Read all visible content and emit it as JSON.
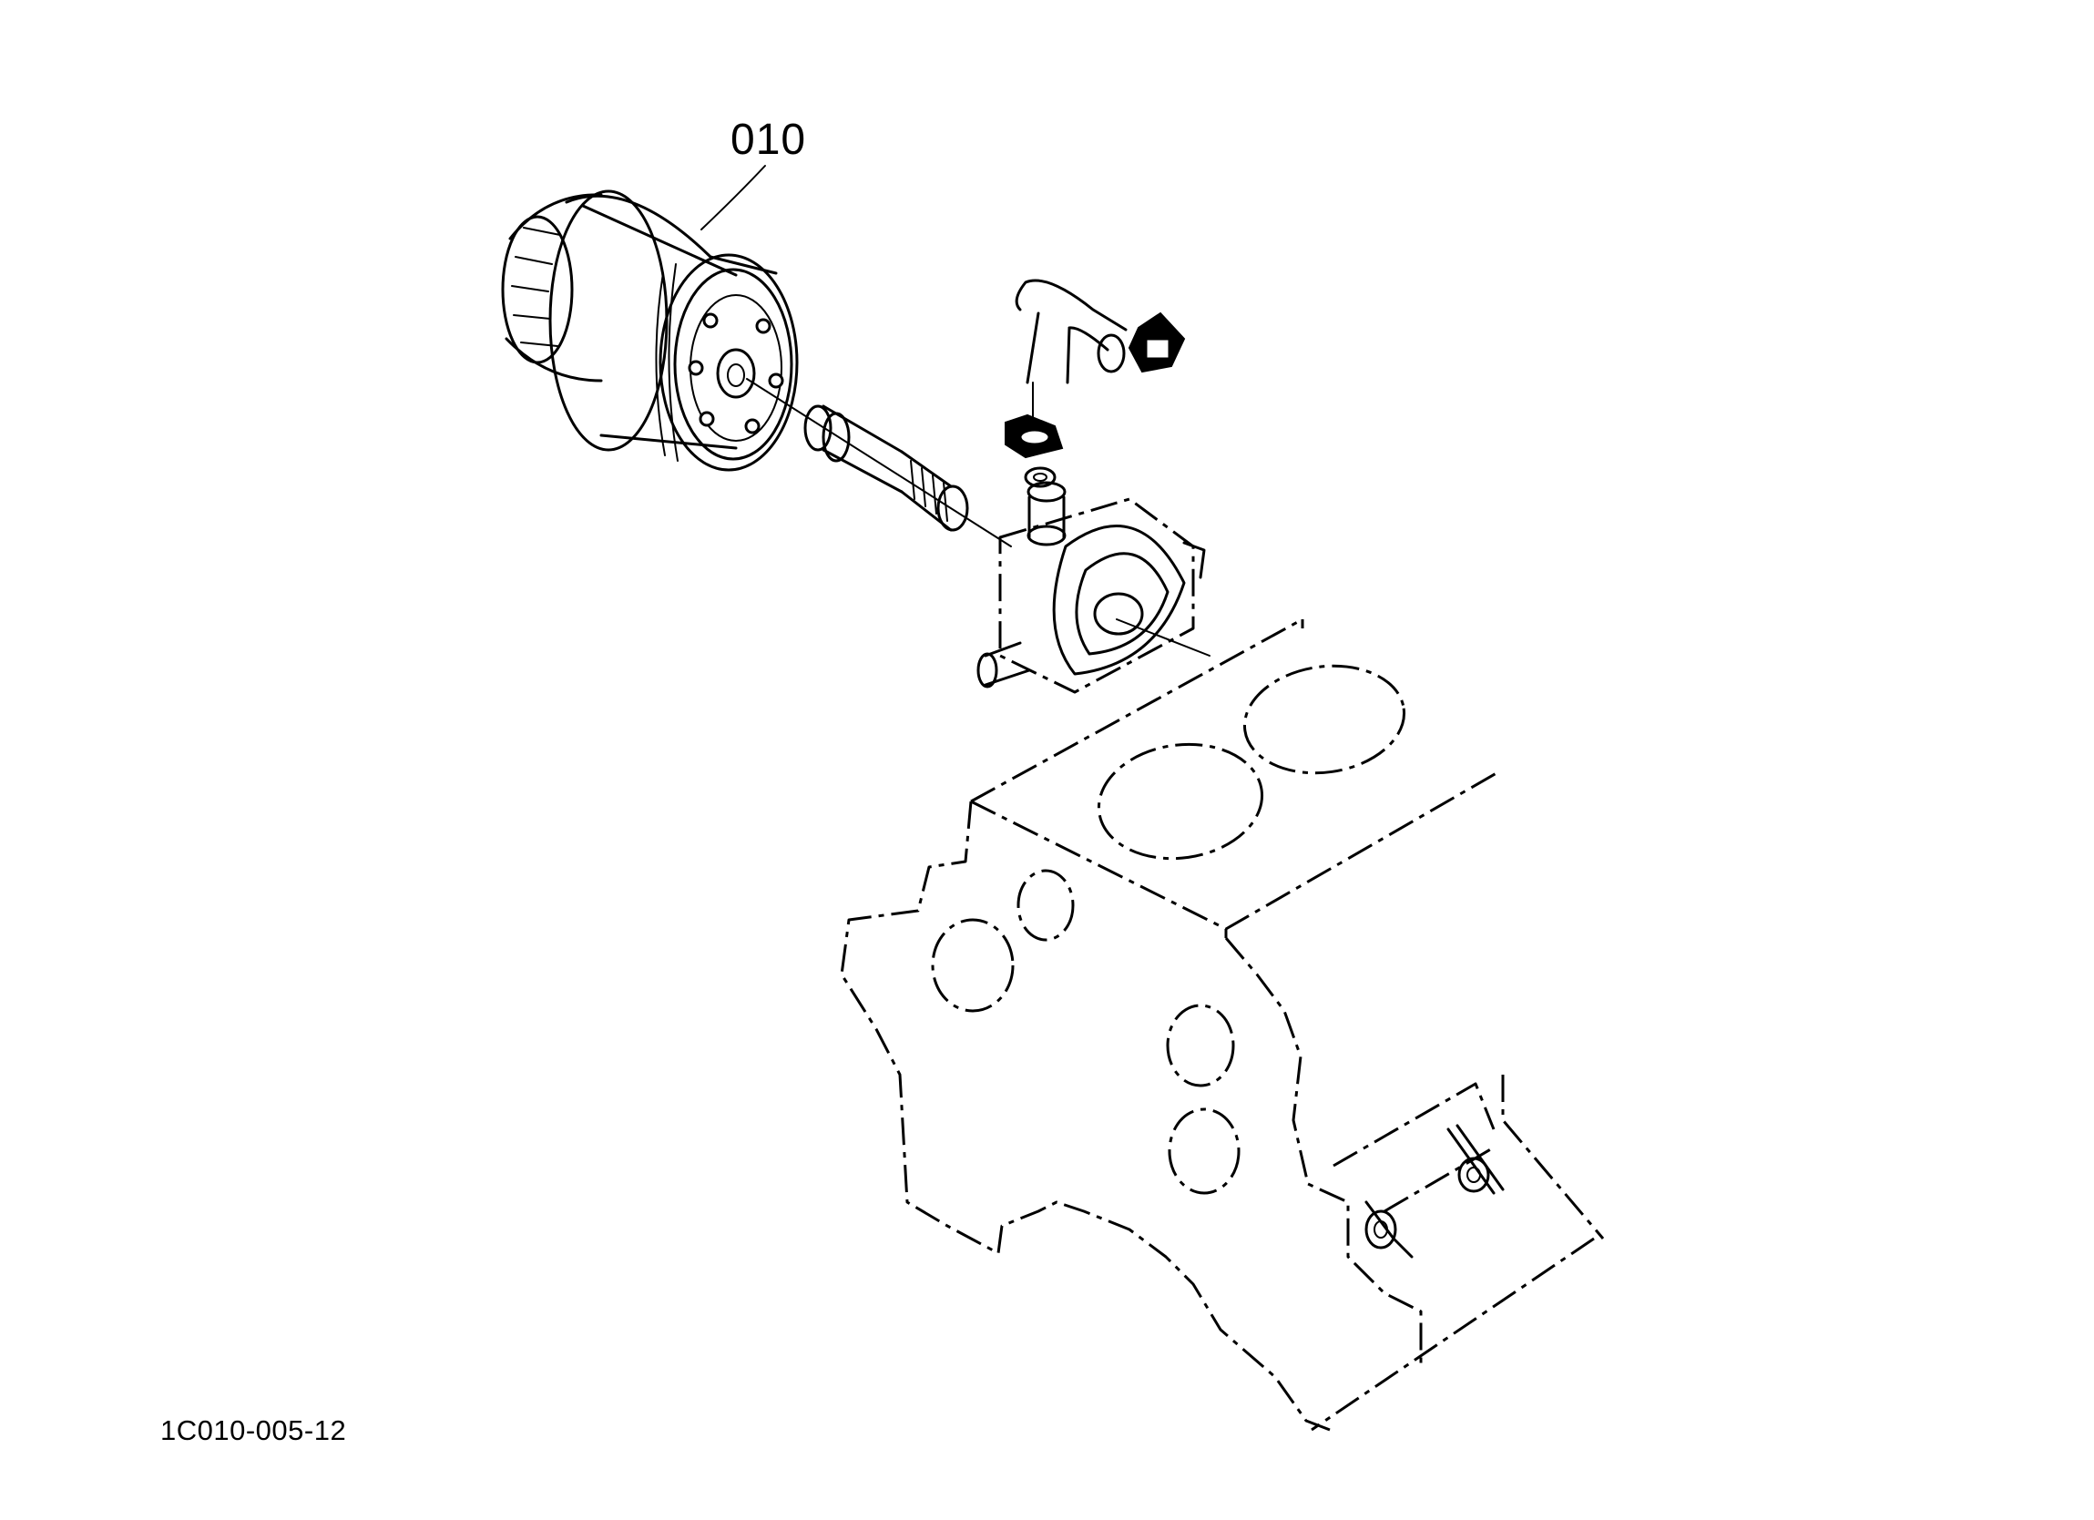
{
  "diagram": {
    "callouts": [
      {
        "label": "010",
        "part": "oil-filter-cartridge"
      }
    ],
    "figure_code": "1C010-005-12",
    "colors": {
      "line": "#000000",
      "background": "#ffffff"
    }
  }
}
